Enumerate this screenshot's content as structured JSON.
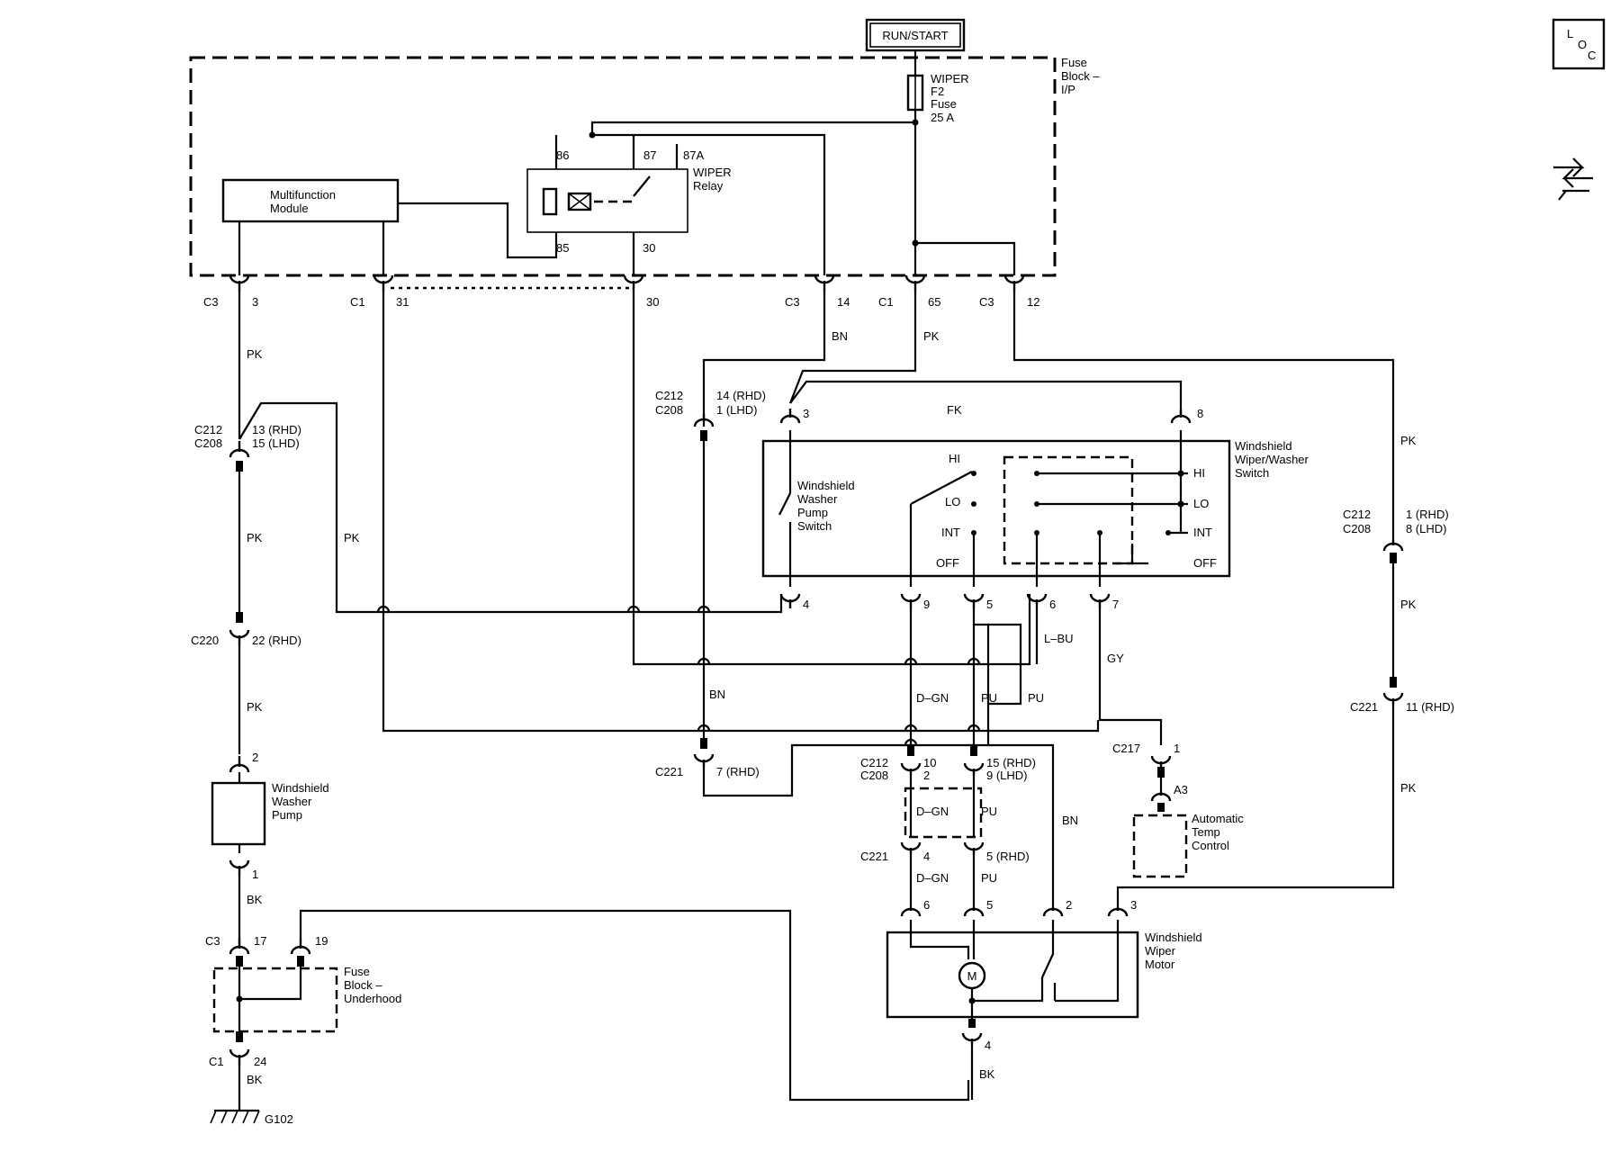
{
  "power_source": "RUN/START",
  "icons": {
    "locator": "loc-icon",
    "navigation": "arrows-icon"
  },
  "loc_badge": {
    "l": "L",
    "o": "O",
    "c": "C"
  },
  "fuse_block_ip": {
    "title": [
      "Fuse",
      "Block –",
      "I/P"
    ]
  },
  "fuse": {
    "lines": [
      "WIPER",
      "F2",
      "Fuse",
      "25 A"
    ]
  },
  "relay": {
    "lines": [
      "WIPER",
      "Relay"
    ],
    "pins": [
      "86",
      "87",
      "87A",
      "85",
      "30"
    ]
  },
  "multifunction_module": {
    "lines": [
      "Multifunction",
      "Module"
    ]
  },
  "top_connectors": [
    {
      "conn": "C3",
      "pin": "3"
    },
    {
      "conn": "C1",
      "pin": "31"
    },
    {
      "conn": "",
      "pin": "30"
    },
    {
      "conn": "C3",
      "pin": "14"
    },
    {
      "conn": "C1",
      "pin": "65"
    },
    {
      "conn": "C3",
      "pin": "12"
    }
  ],
  "wire_colors": {
    "pk": "PK",
    "bn": "BN",
    "bk": "BK",
    "dgn": "D–GN",
    "pu": "PU",
    "lbu": "L–BU",
    "gy": "GY",
    "fk": "FK"
  },
  "left_column": {
    "c212_c208": {
      "conn": [
        "C212",
        "C208"
      ],
      "pins": [
        "13 (RHD)",
        "15 (LHD)"
      ]
    },
    "c220": {
      "conn": "C220",
      "pin": "22 (RHD)"
    },
    "pump_pin_top": "2",
    "pump": {
      "lines": [
        "Windshield",
        "Washer",
        "Pump"
      ]
    },
    "pump_pin_bottom": "1",
    "c3_17": {
      "conn": "C3",
      "pin": "17"
    },
    "pin_19": "19",
    "fuse_block_underhood": {
      "lines": [
        "Fuse",
        "Block –",
        "Underhood"
      ]
    },
    "c1_24": {
      "conn": "C1",
      "pin": "24"
    },
    "ground": "G102"
  },
  "bn_column": {
    "c212_c208": {
      "conn": [
        "C212",
        "C208"
      ],
      "pins": [
        "14 (RHD)",
        "1 (LHD)"
      ]
    },
    "c221": {
      "conn": "C221",
      "pin": "7 (RHD)"
    }
  },
  "switch": {
    "title": [
      "Windshield",
      "Wiper/Washer",
      "Switch"
    ],
    "washer_pump_switch": [
      "Windshield",
      "Washer",
      "Pump",
      "Switch"
    ],
    "positions_left": [
      "HI",
      "LO",
      "INT",
      "OFF"
    ],
    "positions_right": [
      "HI",
      "LO",
      "INT",
      "OFF"
    ],
    "top_pins": [
      "3",
      "8"
    ],
    "bottom_pins": [
      "4",
      "9",
      "5",
      "6",
      "7"
    ]
  },
  "motor_area": {
    "c212_c208": {
      "conn": [
        "C212",
        "C208"
      ],
      "pins_left": [
        "10",
        "2"
      ],
      "pins_right": [
        "15 (RHD)",
        "9 (LHD)"
      ]
    },
    "c221": {
      "conn": "C221",
      "pin_left": "4",
      "pin_right": "5 (RHD)"
    },
    "motor_pins": [
      "6",
      "5",
      "2",
      "3"
    ],
    "motor": {
      "lines": [
        "Windshield",
        "Wiper",
        "Motor"
      ],
      "symbol": "M"
    },
    "motor_pin_bottom": "4",
    "c217": {
      "conn": "C217",
      "pin": "1"
    },
    "atc": {
      "pin": "A3",
      "lines": [
        "Automatic",
        "Temp",
        "Control"
      ]
    }
  },
  "right_column": {
    "c212_c208": {
      "conn": [
        "C212",
        "C208"
      ],
      "pins": [
        "1 (RHD)",
        "8 (LHD)"
      ]
    },
    "c221": {
      "conn": "C221",
      "pin": "11 (RHD)"
    }
  }
}
